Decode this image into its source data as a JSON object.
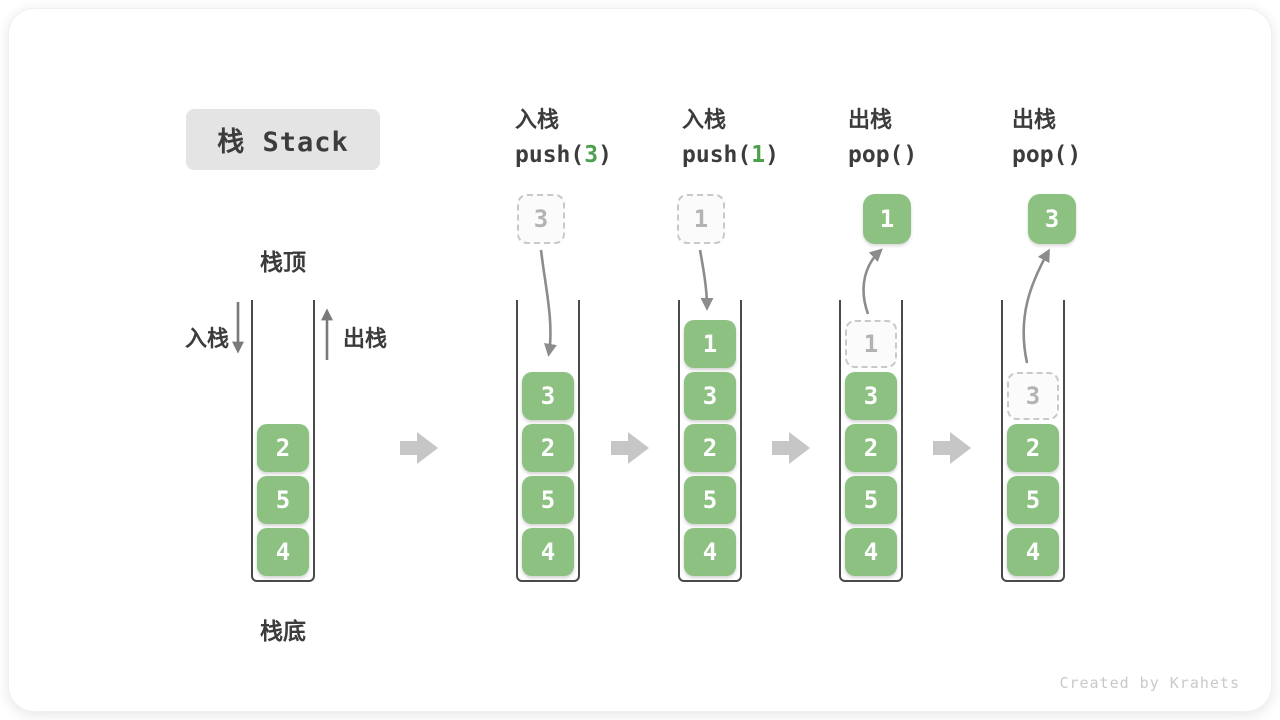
{
  "title": "栈 Stack",
  "watermark": "Created by Krahets",
  "colors": {
    "cell_green": "#8dc182",
    "code_green": "#4ca04e",
    "text_dark": "#3c3c3c",
    "ghost_gray": "#b3b3b3",
    "block_arrow_gray": "#c6c6c6",
    "line_arrow_gray": "#8c8c8c"
  },
  "stack_area": {
    "top_label": "栈顶",
    "bottom_label": "栈底",
    "push_label": "入栈",
    "pop_label": "出栈"
  },
  "columns": [
    {
      "name": "initial-stack",
      "cells": [
        "2",
        "5",
        "4"
      ]
    },
    {
      "name": "push-3",
      "header_cn": "入栈",
      "code_before": "push(",
      "code_arg": "3",
      "code_after": ")",
      "floating_value": "3",
      "cells": [
        "3",
        "2",
        "5",
        "4"
      ]
    },
    {
      "name": "push-1",
      "header_cn": "入栈",
      "code_before": "push(",
      "code_arg": "1",
      "code_after": ")",
      "floating_value": "1",
      "cells": [
        "1",
        "3",
        "2",
        "5",
        "4"
      ]
    },
    {
      "name": "pop-1",
      "header_cn": "出栈",
      "code_before": "pop()",
      "code_arg": "",
      "code_after": "",
      "floating_value": "1",
      "ghost_value": "1",
      "cells": [
        "3",
        "2",
        "5",
        "4"
      ]
    },
    {
      "name": "pop-3",
      "header_cn": "出栈",
      "code_before": "pop()",
      "code_arg": "",
      "code_after": "",
      "floating_value": "3",
      "ghost_value": "3",
      "cells": [
        "2",
        "5",
        "4"
      ]
    }
  ]
}
